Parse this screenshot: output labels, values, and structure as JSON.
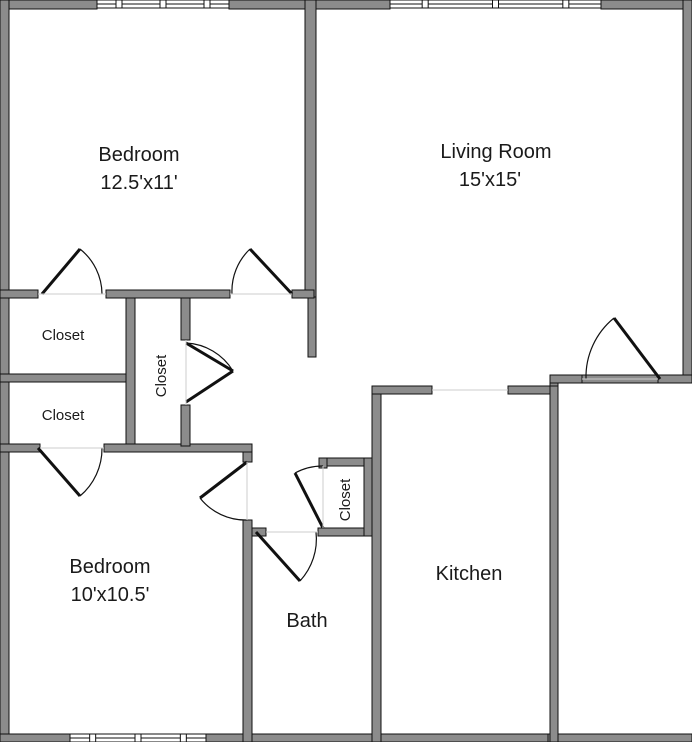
{
  "colors": {
    "wall": "#8c8c8c",
    "stroke": "#111111",
    "door": "#111111",
    "background": "#ffffff"
  },
  "rooms": {
    "bedroom1": {
      "name": "Bedroom",
      "size": "12.5'x11'"
    },
    "living": {
      "name": "Living Room",
      "size": "15'x15'"
    },
    "bedroom2": {
      "name": "Bedroom",
      "size": "10'x10.5'"
    },
    "bath": {
      "name": "Bath"
    },
    "kitchen": {
      "name": "Kitchen"
    }
  },
  "closets": {
    "closet1": "Closet",
    "closet2": "Closet",
    "closet3": "Closet",
    "closet4": "Closet"
  }
}
